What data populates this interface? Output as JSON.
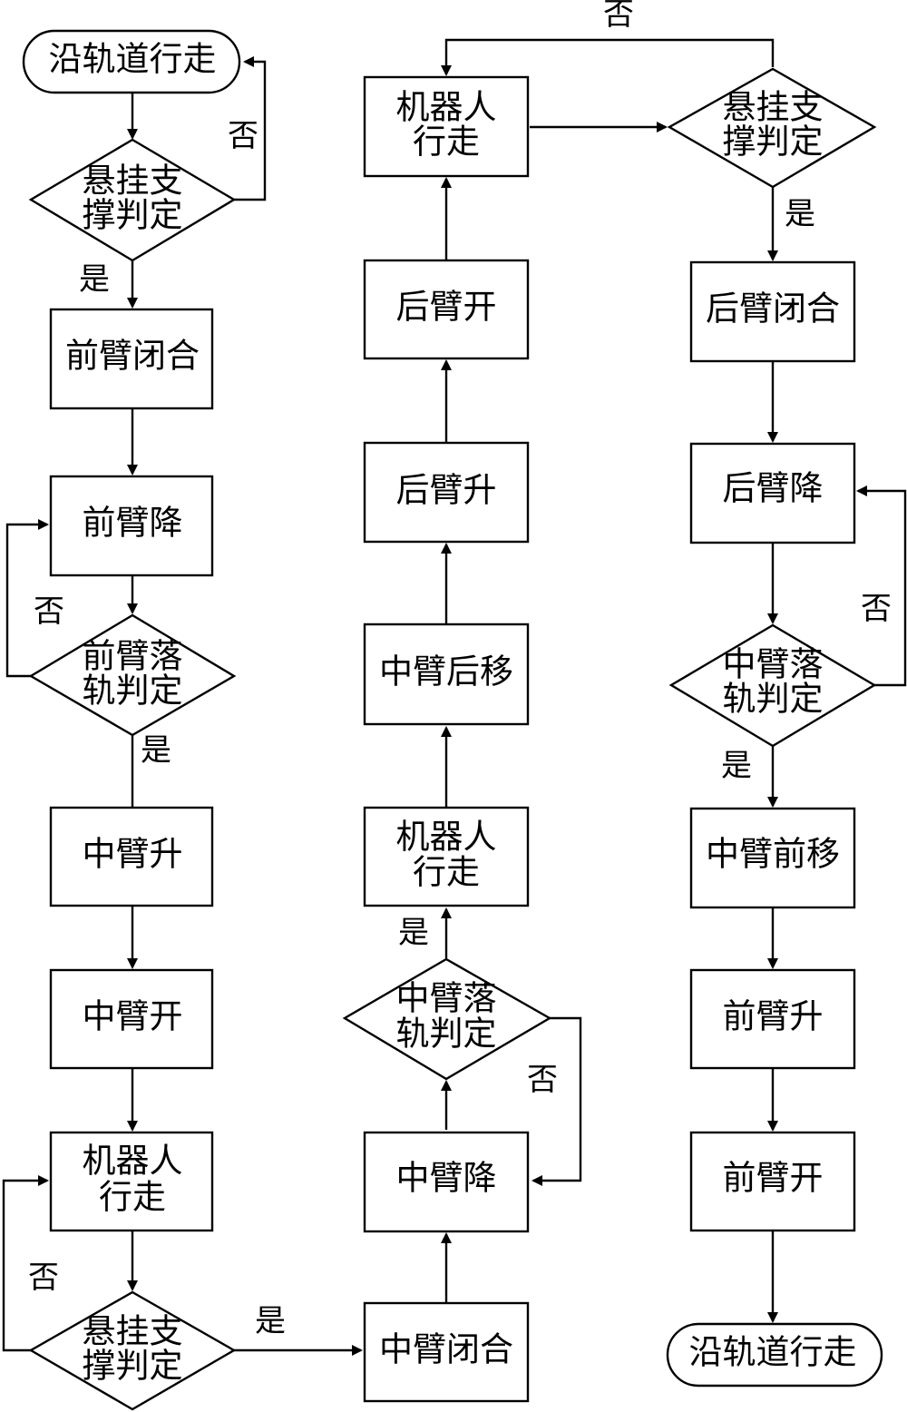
{
  "nodes": {
    "c1_start": {
      "lines": [
        "沿轨道行走"
      ]
    },
    "c1_d1": {
      "lines": [
        "悬挂支",
        "撑判定"
      ]
    },
    "c1_b1": {
      "lines": [
        "前臂闭合"
      ]
    },
    "c1_b2": {
      "lines": [
        "前臂降"
      ]
    },
    "c1_d2": {
      "lines": [
        "前臂落",
        "轨判定"
      ]
    },
    "c1_b3": {
      "lines": [
        "中臂升"
      ]
    },
    "c1_b4": {
      "lines": [
        "中臂开"
      ]
    },
    "c1_b5": {
      "lines": [
        "机器人",
        "行走"
      ]
    },
    "c1_d3": {
      "lines": [
        "悬挂支",
        "撑判定"
      ]
    },
    "c2_b1": {
      "lines": [
        "中臂闭合"
      ]
    },
    "c2_b2": {
      "lines": [
        "中臂降"
      ]
    },
    "c2_d1": {
      "lines": [
        "中臂落",
        "轨判定"
      ]
    },
    "c2_b3": {
      "lines": [
        "机器人",
        "行走"
      ]
    },
    "c2_b4": {
      "lines": [
        "中臂后移"
      ]
    },
    "c2_b5": {
      "lines": [
        "后臂升"
      ]
    },
    "c2_b6": {
      "lines": [
        "后臂开"
      ]
    },
    "c2_b7": {
      "lines": [
        "机器人",
        "行走"
      ]
    },
    "c3_d1": {
      "lines": [
        "悬挂支",
        "撑判定"
      ]
    },
    "c3_b1": {
      "lines": [
        "后臂闭合"
      ]
    },
    "c3_b2": {
      "lines": [
        "后臂降"
      ]
    },
    "c3_d2": {
      "lines": [
        "中臂落",
        "轨判定"
      ]
    },
    "c3_b3": {
      "lines": [
        "中臂前移"
      ]
    },
    "c3_b4": {
      "lines": [
        "前臂升"
      ]
    },
    "c3_b5": {
      "lines": [
        "前臂开"
      ]
    },
    "c3_end": {
      "lines": [
        "沿轨道行走"
      ]
    }
  },
  "edge_labels": {
    "yes": "是",
    "no": "否"
  }
}
